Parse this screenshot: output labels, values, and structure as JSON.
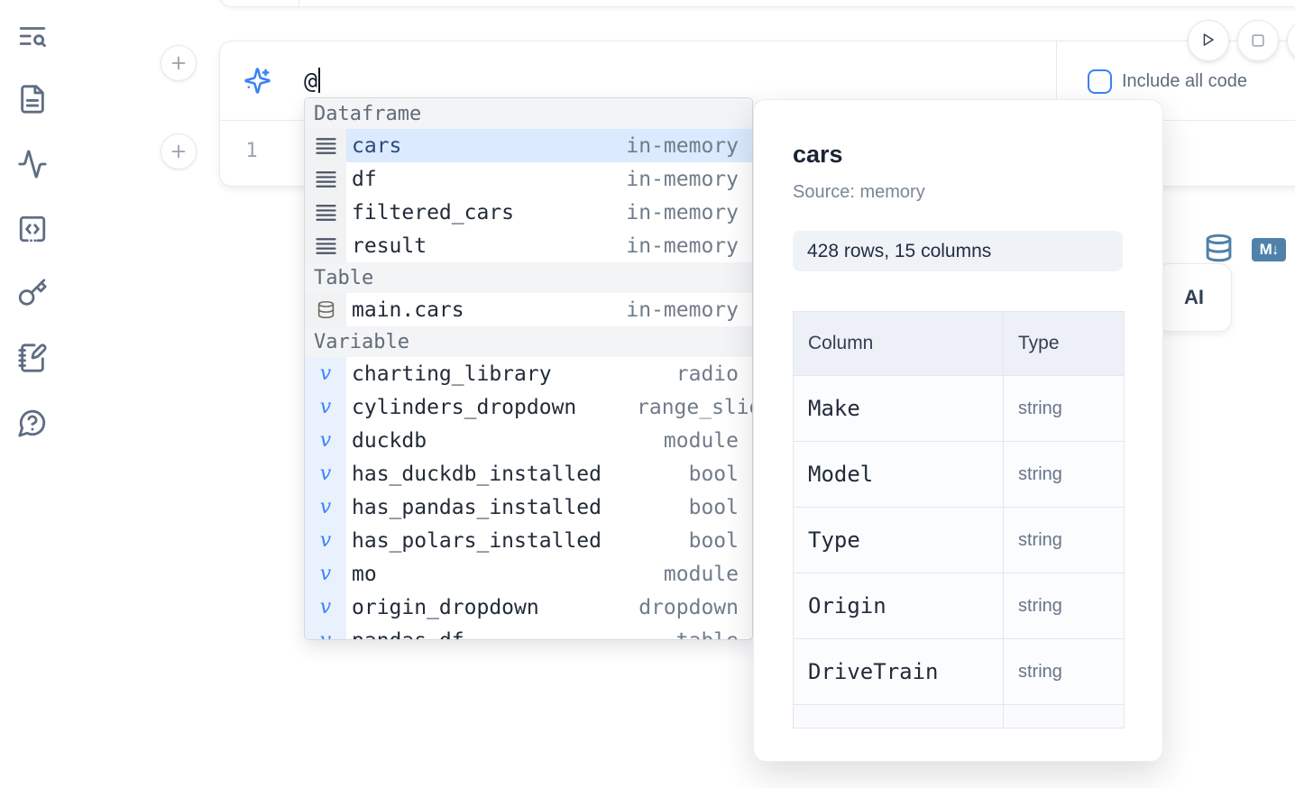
{
  "sidebar": {
    "icons": [
      "text-search-icon",
      "file-document-icon",
      "activity-icon",
      "code-snippets-icon",
      "key-icon",
      "scratchpad-icon",
      "help-chat-icon"
    ]
  },
  "toolbar": {
    "include_all_code_label": "Include all code"
  },
  "prompt": {
    "value": "@"
  },
  "editor": {
    "line_number": "1",
    "markdown_icon_label": "M↓"
  },
  "ai_button": {
    "label": "AI"
  },
  "autocomplete": {
    "rows": [
      {
        "kind": "header",
        "label": "Dataframe"
      },
      {
        "kind": "item",
        "name": "cars",
        "type": "in-memory",
        "is_df": true,
        "selected": true
      },
      {
        "kind": "item",
        "name": "df",
        "type": "in-memory",
        "is_df": true
      },
      {
        "kind": "item",
        "name": "filtered_cars",
        "type": "in-memory",
        "is_df": true
      },
      {
        "kind": "item",
        "name": "result",
        "type": "in-memory",
        "is_df": true
      },
      {
        "kind": "header",
        "label": "Table"
      },
      {
        "kind": "item",
        "name": "main.cars",
        "type": "in-memory",
        "is_table": true
      },
      {
        "kind": "header",
        "label": "Variable"
      },
      {
        "kind": "item",
        "name": "charting_library",
        "type": "radio",
        "is_var": true
      },
      {
        "kind": "item",
        "name": "cylinders_dropdown",
        "type": "range_slider",
        "is_var": true,
        "type_overflow": true
      },
      {
        "kind": "item",
        "name": "duckdb",
        "type": "module",
        "is_var": true
      },
      {
        "kind": "item",
        "name": "has_duckdb_installed",
        "type": "bool",
        "is_var": true
      },
      {
        "kind": "item",
        "name": "has_pandas_installed",
        "type": "bool",
        "is_var": true
      },
      {
        "kind": "item",
        "name": "has_polars_installed",
        "type": "bool",
        "is_var": true
      },
      {
        "kind": "item",
        "name": "mo",
        "type": "module",
        "is_var": true
      },
      {
        "kind": "item",
        "name": "origin_dropdown",
        "type": "dropdown",
        "is_var": true
      },
      {
        "kind": "item",
        "name": "pandas_df",
        "type": "table",
        "is_var": true
      }
    ]
  },
  "preview": {
    "title": "cars",
    "source": "Source: memory",
    "shape": "428 rows, 15 columns",
    "table": {
      "col_header": "Column",
      "type_header": "Type",
      "rows": [
        [
          "Make",
          "string"
        ],
        [
          "Model",
          "string"
        ],
        [
          "Type",
          "string"
        ],
        [
          "Origin",
          "string"
        ],
        [
          "DriveTrain",
          "string"
        ]
      ]
    }
  },
  "colors": {
    "accent_blue": "#3b82f6",
    "selection_bg": "#dbeafe",
    "steel_blue": "#4e82aa",
    "muted_text": "#6b7684"
  }
}
